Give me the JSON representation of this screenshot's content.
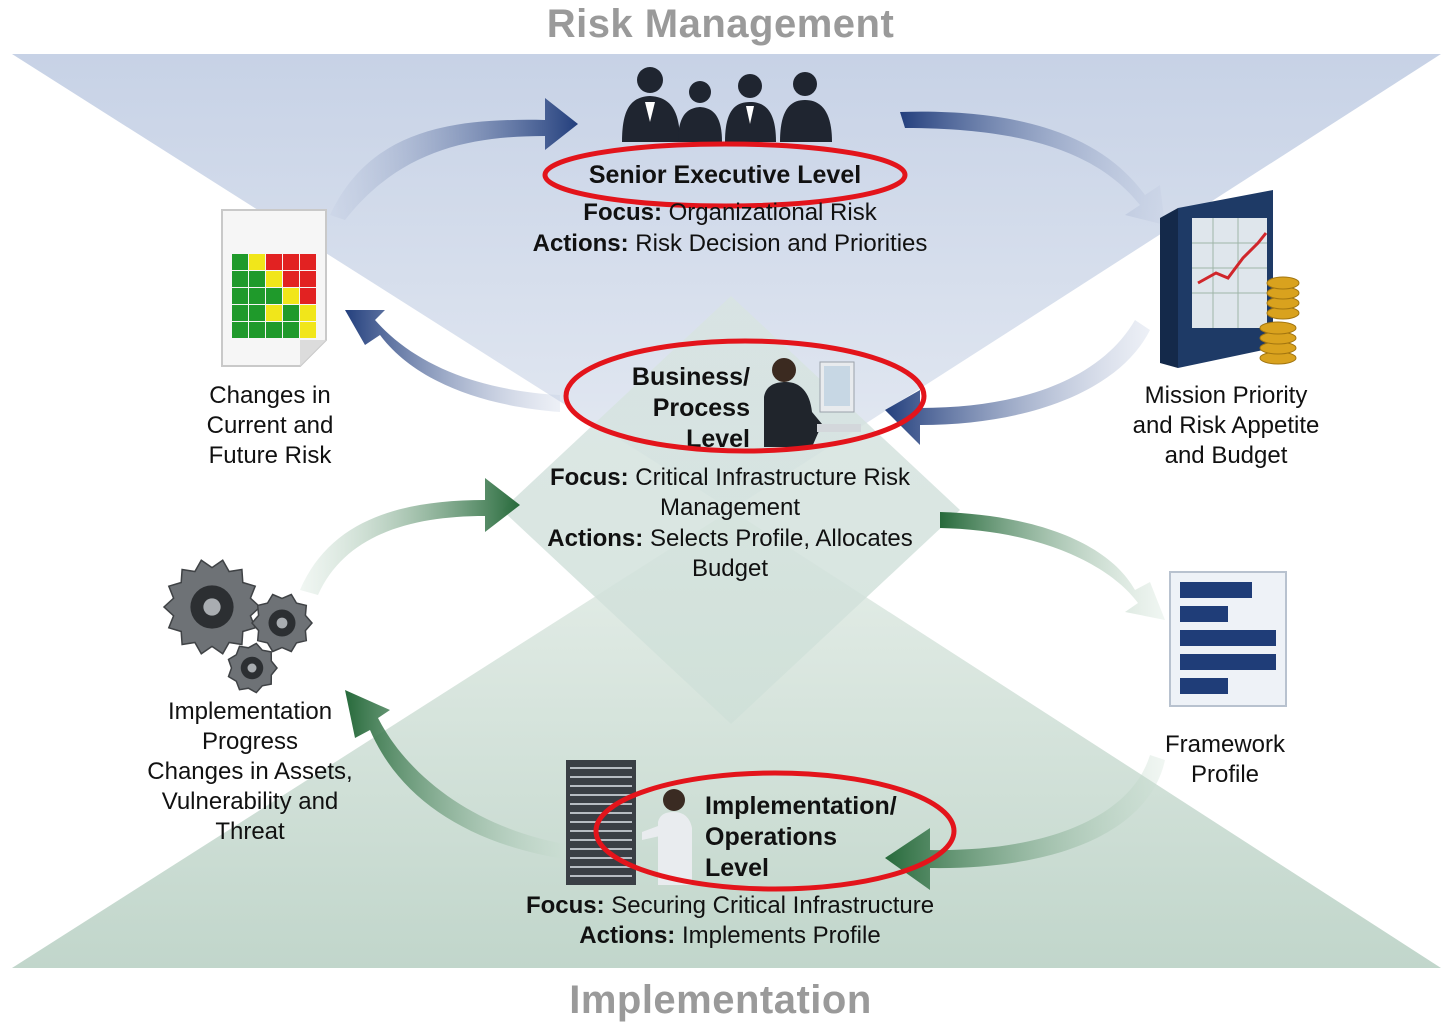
{
  "titles": {
    "top": "Risk Management",
    "bottom": "Implementation"
  },
  "senior": {
    "level": "Senior Executive Level",
    "focus_label": "Focus:",
    "focus_value": "Organizational Risk",
    "actions_label": "Actions:",
    "actions_value": "Risk Decision and Priorities"
  },
  "business": {
    "level_lines": [
      "Business/",
      "Process",
      "Level"
    ],
    "focus_label": "Focus:",
    "focus_value_1": "Critical Infrastructure Risk",
    "focus_value_2": "Management",
    "actions_label": "Actions:",
    "actions_value_1": "Selects Profile, Allocates",
    "actions_value_2": "Budget"
  },
  "implementation": {
    "level_lines": [
      "Implementation/",
      "Operations",
      "Level"
    ],
    "focus_label": "Focus:",
    "focus_value": "Securing Critical Infrastructure",
    "actions_label": "Actions:",
    "actions_value": "Implements Profile"
  },
  "side_labels": {
    "changes_risk": [
      "Changes in",
      "Current and",
      "Future Risk"
    ],
    "mission": [
      "Mission Priority",
      "and Risk Appetite",
      "and Budget"
    ],
    "impl_progress": [
      "Implementation",
      "Progress",
      "Changes in Assets,",
      "Vulnerability and",
      "Threat"
    ],
    "framework": [
      "Framework",
      "Profile"
    ]
  },
  "icons": {
    "executives": "executives-group-icon",
    "heatmap": "risk-heatmap-document-icon",
    "binder": "budget-binder-icon",
    "business_person": "business-person-computer-icon",
    "gears": "gears-icon",
    "framework_doc": "framework-profile-document-icon",
    "server_tech": "server-technician-icon"
  },
  "colors": {
    "title_gray": "#9a9a9a",
    "blue_arrow": "#24427f",
    "green_arrow": "#2b6d3e",
    "highlight_red": "#e3141b",
    "top_band": "#d3dcec",
    "bottom_band": "#d2e2da"
  }
}
